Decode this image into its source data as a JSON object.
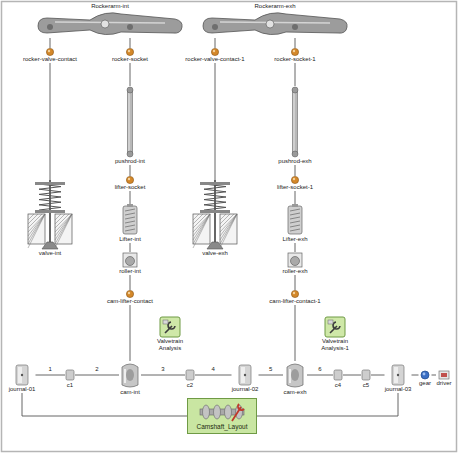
{
  "diagram": {
    "nodes": [
      {
        "text": [
          "Rockerarm-int"
        ]
      },
      {
        "text": [
          "Rockerarm-exh"
        ]
      },
      {
        "text": [
          "rocker-valve-contact"
        ]
      },
      {
        "text": [
          "rocker-socket"
        ]
      },
      {
        "text": [
          "rocker-valve-contact-1"
        ]
      },
      {
        "text": [
          "rocker-socket-1"
        ]
      },
      {
        "text": [
          "pushrod-int"
        ]
      },
      {
        "text": [
          "pushrod-exh"
        ]
      },
      {
        "text": [
          "valve-int"
        ]
      },
      {
        "text": [
          "valve-exh"
        ]
      },
      {
        "text": [
          "lifter-socket"
        ]
      },
      {
        "text": [
          "lifter-socket-1"
        ]
      },
      {
        "text": [
          "Lifter-int"
        ]
      },
      {
        "text": [
          "Lifter-exh"
        ]
      },
      {
        "text": [
          "roller-int"
        ]
      },
      {
        "text": [
          "roller-exh"
        ]
      },
      {
        "text": [
          "cam-lifter-contact"
        ]
      },
      {
        "text": [
          "Valvetrain Analysis"
        ]
      },
      {
        "text": [
          "cam-lifter-contact-1"
        ]
      },
      {
        "text": [
          "Valvetrain Analysis-1"
        ]
      },
      {
        "text": [
          "journal-01"
        ]
      },
      {
        "text": [
          "c1"
        ]
      },
      {
        "text": [
          "cam-int"
        ]
      },
      {
        "text": [
          "c2"
        ]
      },
      {
        "text": [
          "journal-02"
        ]
      },
      {
        "text": [
          "cam-exh"
        ]
      },
      {
        "text": [
          "c4"
        ]
      },
      {
        "text": [
          "c5"
        ]
      },
      {
        "text": [
          "journal-03"
        ]
      },
      {
        "text": [
          "gear"
        ]
      },
      {
        "text": [
          "driver"
        ]
      },
      {
        "text": [
          "Camshaft_Layout"
        ]
      }
    ],
    "edges": [
      {
        "from": 0,
        "to": 2,
        "arrow": "none"
      },
      {
        "from": 0,
        "to": 3,
        "arrow": "none"
      },
      {
        "from": 1,
        "to": 4,
        "arrow": "none"
      },
      {
        "from": 1,
        "to": 5,
        "arrow": "none"
      },
      {
        "from": 2,
        "to": 8,
        "arrow": "none"
      },
      {
        "from": 3,
        "to": 6,
        "arrow": "none"
      },
      {
        "from": 4,
        "to": 9,
        "arrow": "none"
      },
      {
        "from": 5,
        "to": 7,
        "arrow": "none"
      },
      {
        "from": 6,
        "to": 10,
        "arrow": "none"
      },
      {
        "from": 7,
        "to": 11,
        "arrow": "none"
      },
      {
        "from": 10,
        "to": 12,
        "arrow": "none"
      },
      {
        "from": 11,
        "to": 13,
        "arrow": "none"
      },
      {
        "from": 12,
        "to": 14,
        "arrow": "none"
      },
      {
        "from": 13,
        "to": 15,
        "arrow": "none"
      },
      {
        "from": 14,
        "to": 16,
        "arrow": "none"
      },
      {
        "from": 15,
        "to": 18,
        "arrow": "none"
      },
      {
        "from": 16,
        "to": 22,
        "arrow": "none"
      },
      {
        "from": 18,
        "to": 25,
        "arrow": "none"
      },
      {
        "from": 20,
        "to": 21,
        "label": "1",
        "arrow": "none"
      },
      {
        "from": 21,
        "to": 22,
        "label": "2",
        "arrow": "none"
      },
      {
        "from": 22,
        "to": 23,
        "label": "3",
        "arrow": "none"
      },
      {
        "from": 23,
        "to": 24,
        "label": "4",
        "arrow": "none"
      },
      {
        "from": 24,
        "to": 25,
        "label": "5",
        "arrow": "none"
      },
      {
        "from": 25,
        "to": 26,
        "label": "6",
        "arrow": "none"
      },
      {
        "from": 26,
        "to": 27,
        "arrow": "none"
      },
      {
        "from": 27,
        "to": 28,
        "arrow": "none"
      },
      {
        "from": 28,
        "to": 29,
        "arrow": "none"
      },
      {
        "from": 29,
        "to": 30,
        "arrow": "none"
      },
      {
        "from": 31,
        "to": 20,
        "arrow": "none"
      },
      {
        "from": 31,
        "to": 28,
        "arrow": "none"
      }
    ]
  }
}
